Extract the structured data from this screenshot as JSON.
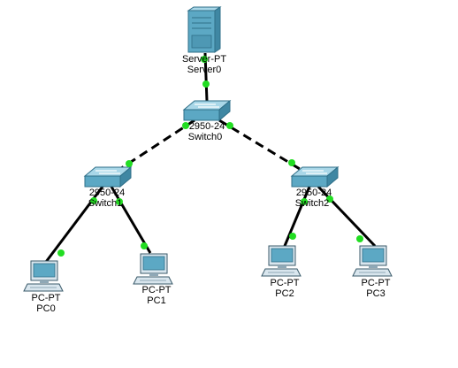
{
  "colors": {
    "background": "#ffffff",
    "link_up": "#22dd22",
    "cable": "#000000",
    "device_body": "#5ca8c4",
    "device_dark": "#2f6f88",
    "device_light": "#a9d7e8"
  },
  "devices": [
    {
      "id": "server0",
      "icon": "server-icon",
      "type_label": "Server-PT",
      "name": "Server0"
    },
    {
      "id": "switch0",
      "icon": "switch-icon",
      "type_label": "2950-24",
      "name": "Switch0"
    },
    {
      "id": "switch1",
      "icon": "switch-icon",
      "type_label": "2950-24",
      "name": "Switch1"
    },
    {
      "id": "switch2",
      "icon": "switch-icon",
      "type_label": "2950-24",
      "name": "Switch2"
    },
    {
      "id": "pc0",
      "icon": "pc-icon",
      "type_label": "PC-PT",
      "name": "PC0"
    },
    {
      "id": "pc1",
      "icon": "pc-icon",
      "type_label": "PC-PT",
      "name": "PC1"
    },
    {
      "id": "pc2",
      "icon": "pc-icon",
      "type_label": "PC-PT",
      "name": "PC2"
    },
    {
      "id": "pc3",
      "icon": "pc-icon",
      "type_label": "PC-PT",
      "name": "PC3"
    }
  ],
  "links": [
    {
      "from": "server0",
      "to": "switch0",
      "style": "straight"
    },
    {
      "from": "switch0",
      "to": "switch1",
      "style": "crossover"
    },
    {
      "from": "switch0",
      "to": "switch2",
      "style": "crossover"
    },
    {
      "from": "switch1",
      "to": "pc0",
      "style": "straight"
    },
    {
      "from": "switch1",
      "to": "pc1",
      "style": "straight"
    },
    {
      "from": "switch2",
      "to": "pc2",
      "style": "straight"
    },
    {
      "from": "switch2",
      "to": "pc3",
      "style": "straight"
    }
  ]
}
